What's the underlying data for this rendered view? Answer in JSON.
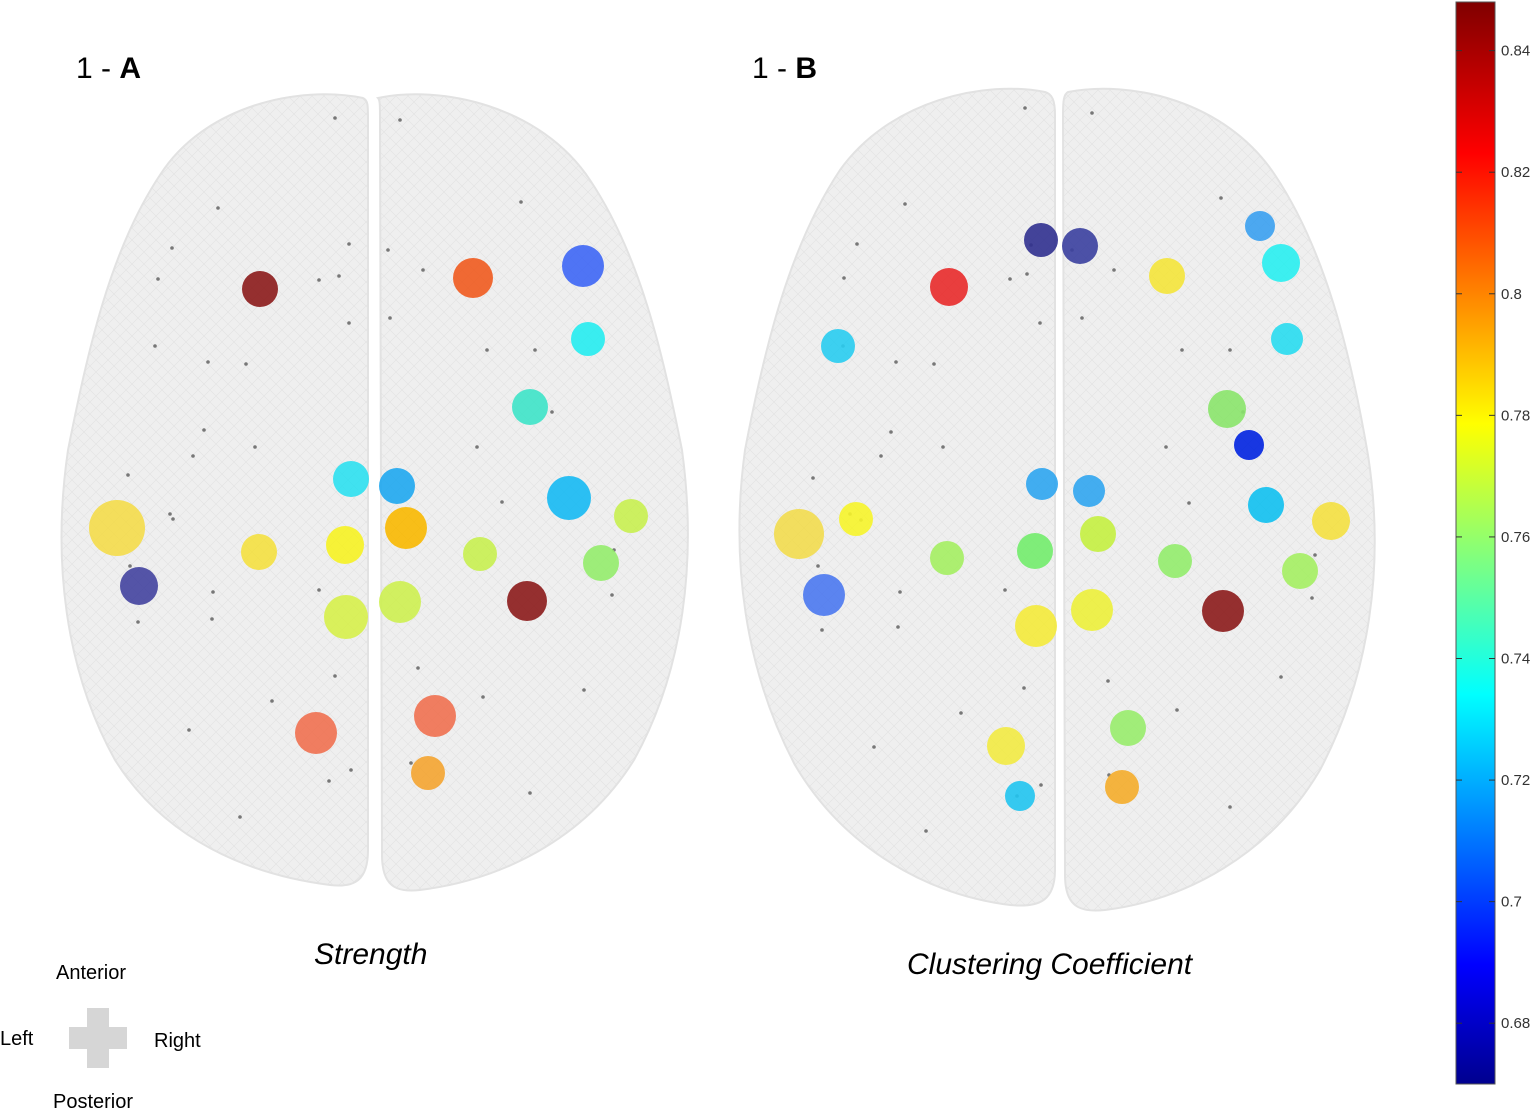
{
  "panels": [
    {
      "label_prefix": "1 - ",
      "label_letter": "A",
      "caption": "Strength"
    },
    {
      "label_prefix": "1 - ",
      "label_letter": "B",
      "caption": "Clustering Coefficient"
    }
  ],
  "compass": {
    "anterior": "Anterior",
    "posterior": "Posterior",
    "left": "Left",
    "right": "Right"
  },
  "colorbar": {
    "min": 0.67,
    "max": 0.848,
    "colormap": "jet",
    "ticks": [
      "0.68",
      "0.7",
      "0.72",
      "0.74",
      "0.76",
      "0.78",
      "0.8",
      "0.82",
      "0.84"
    ]
  },
  "colors": {
    "brain_fill": "#efefef",
    "brain_mesh": "#dddddd",
    "compass": "#d6d6d6"
  }
}
